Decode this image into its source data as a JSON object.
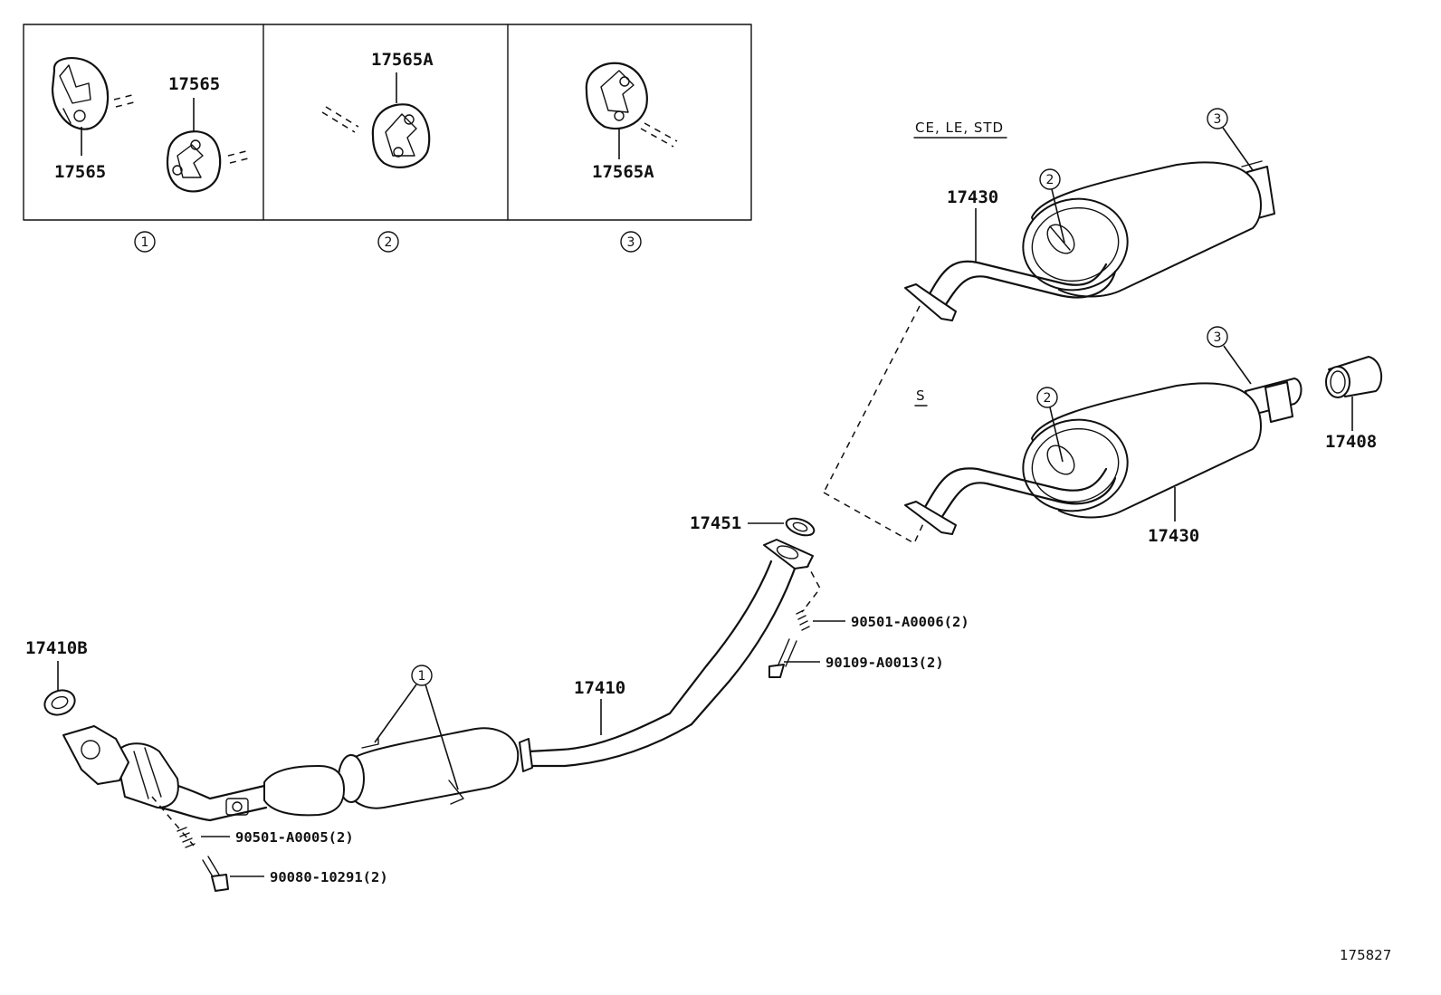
{
  "diagram_id": "175827",
  "detail_panels": [
    {
      "callout": "1",
      "labels": [
        "17565",
        "17565"
      ]
    },
    {
      "callout": "2",
      "labels": [
        "17565A"
      ]
    },
    {
      "callout": "3",
      "labels": [
        "17565A"
      ]
    }
  ],
  "variants": {
    "upper": "CE, LE, STD",
    "lower": "S"
  },
  "parts": {
    "muffler_upper": "17430",
    "muffler_lower": "17430",
    "tail_tip": "17408",
    "gasket": "17451",
    "center_pipe": "17410",
    "front_gasket": "17410B",
    "spring_rear": "90501-A0006(2)",
    "bolt_rear": "90109-A0013(2)",
    "spring_front": "90501-A0005(2)",
    "bolt_front": "90080-10291(2)"
  },
  "callouts": {
    "hanger_upper_2": "2",
    "hanger_upper_3": "3",
    "hanger_lower_2": "2",
    "hanger_lower_3": "3",
    "hanger_front_1": "1"
  }
}
